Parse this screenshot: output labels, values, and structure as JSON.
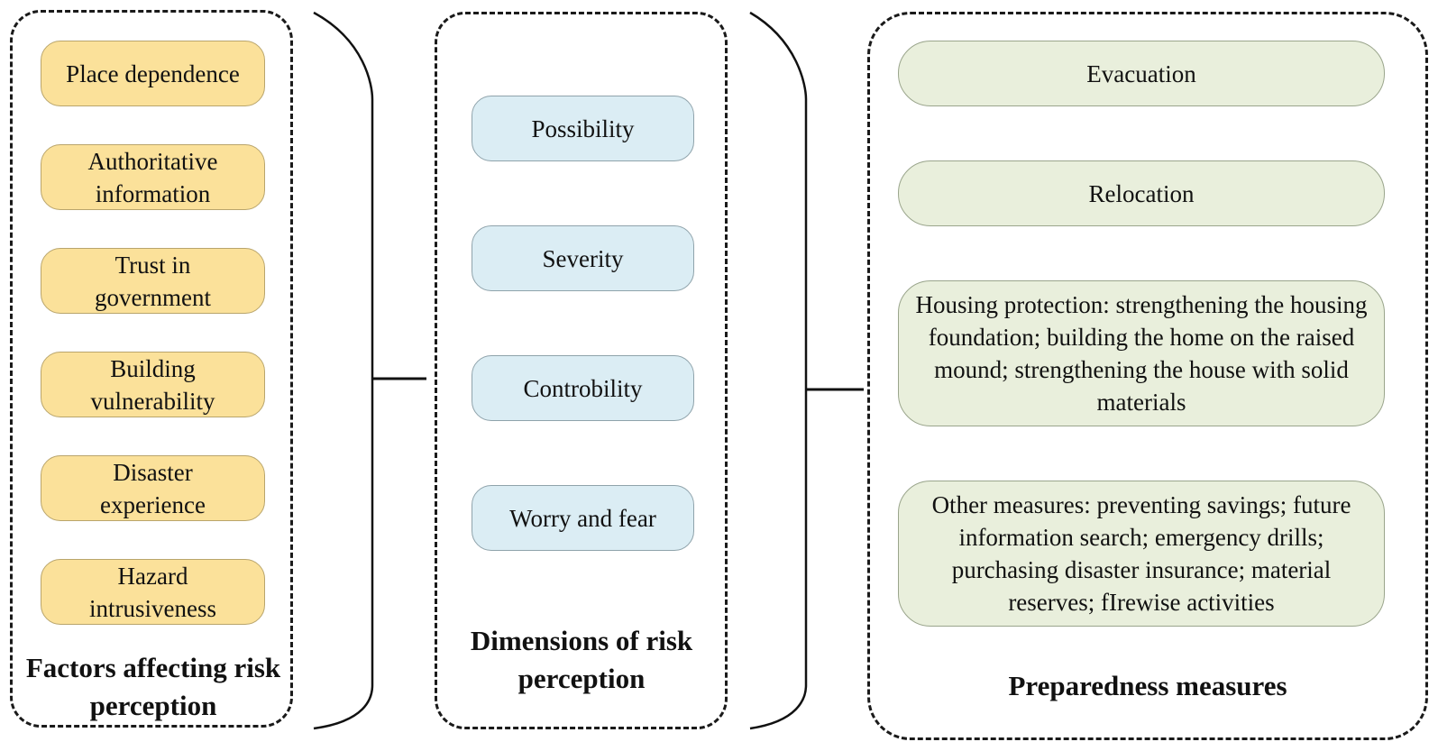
{
  "factors": {
    "title": "Factors affecting risk perception",
    "items": [
      {
        "label": "Place dependence"
      },
      {
        "label": "Authoritative information"
      },
      {
        "label": "Trust in government"
      },
      {
        "label": "Building vulnerability"
      },
      {
        "label": "Disaster experience"
      },
      {
        "label": "Hazard intrusiveness"
      }
    ]
  },
  "dimensions": {
    "title": "Dimensions of risk perception",
    "items": [
      {
        "label": "Possibility"
      },
      {
        "label": "Severity"
      },
      {
        "label": "Controbility"
      },
      {
        "label": "Worry and fear"
      }
    ]
  },
  "preparedness": {
    "title": "Preparedness measures",
    "items": [
      {
        "label": "Evacuation"
      },
      {
        "label": "Relocation"
      },
      {
        "label": "Housing protection: strengthening the housing foundation; building the home on the raised mound; strengthening the house with solid materials"
      },
      {
        "label": "Other measures: preventing savings; future information search; emergency drills; purchasing disaster insurance; material reserves; fIrewise activities"
      }
    ]
  },
  "colors": {
    "factor_fill": "#fbe19a",
    "dimension_fill": "#dbedf4",
    "measure_fill": "#e9efdc",
    "dash_border": "#1a1a1a"
  }
}
